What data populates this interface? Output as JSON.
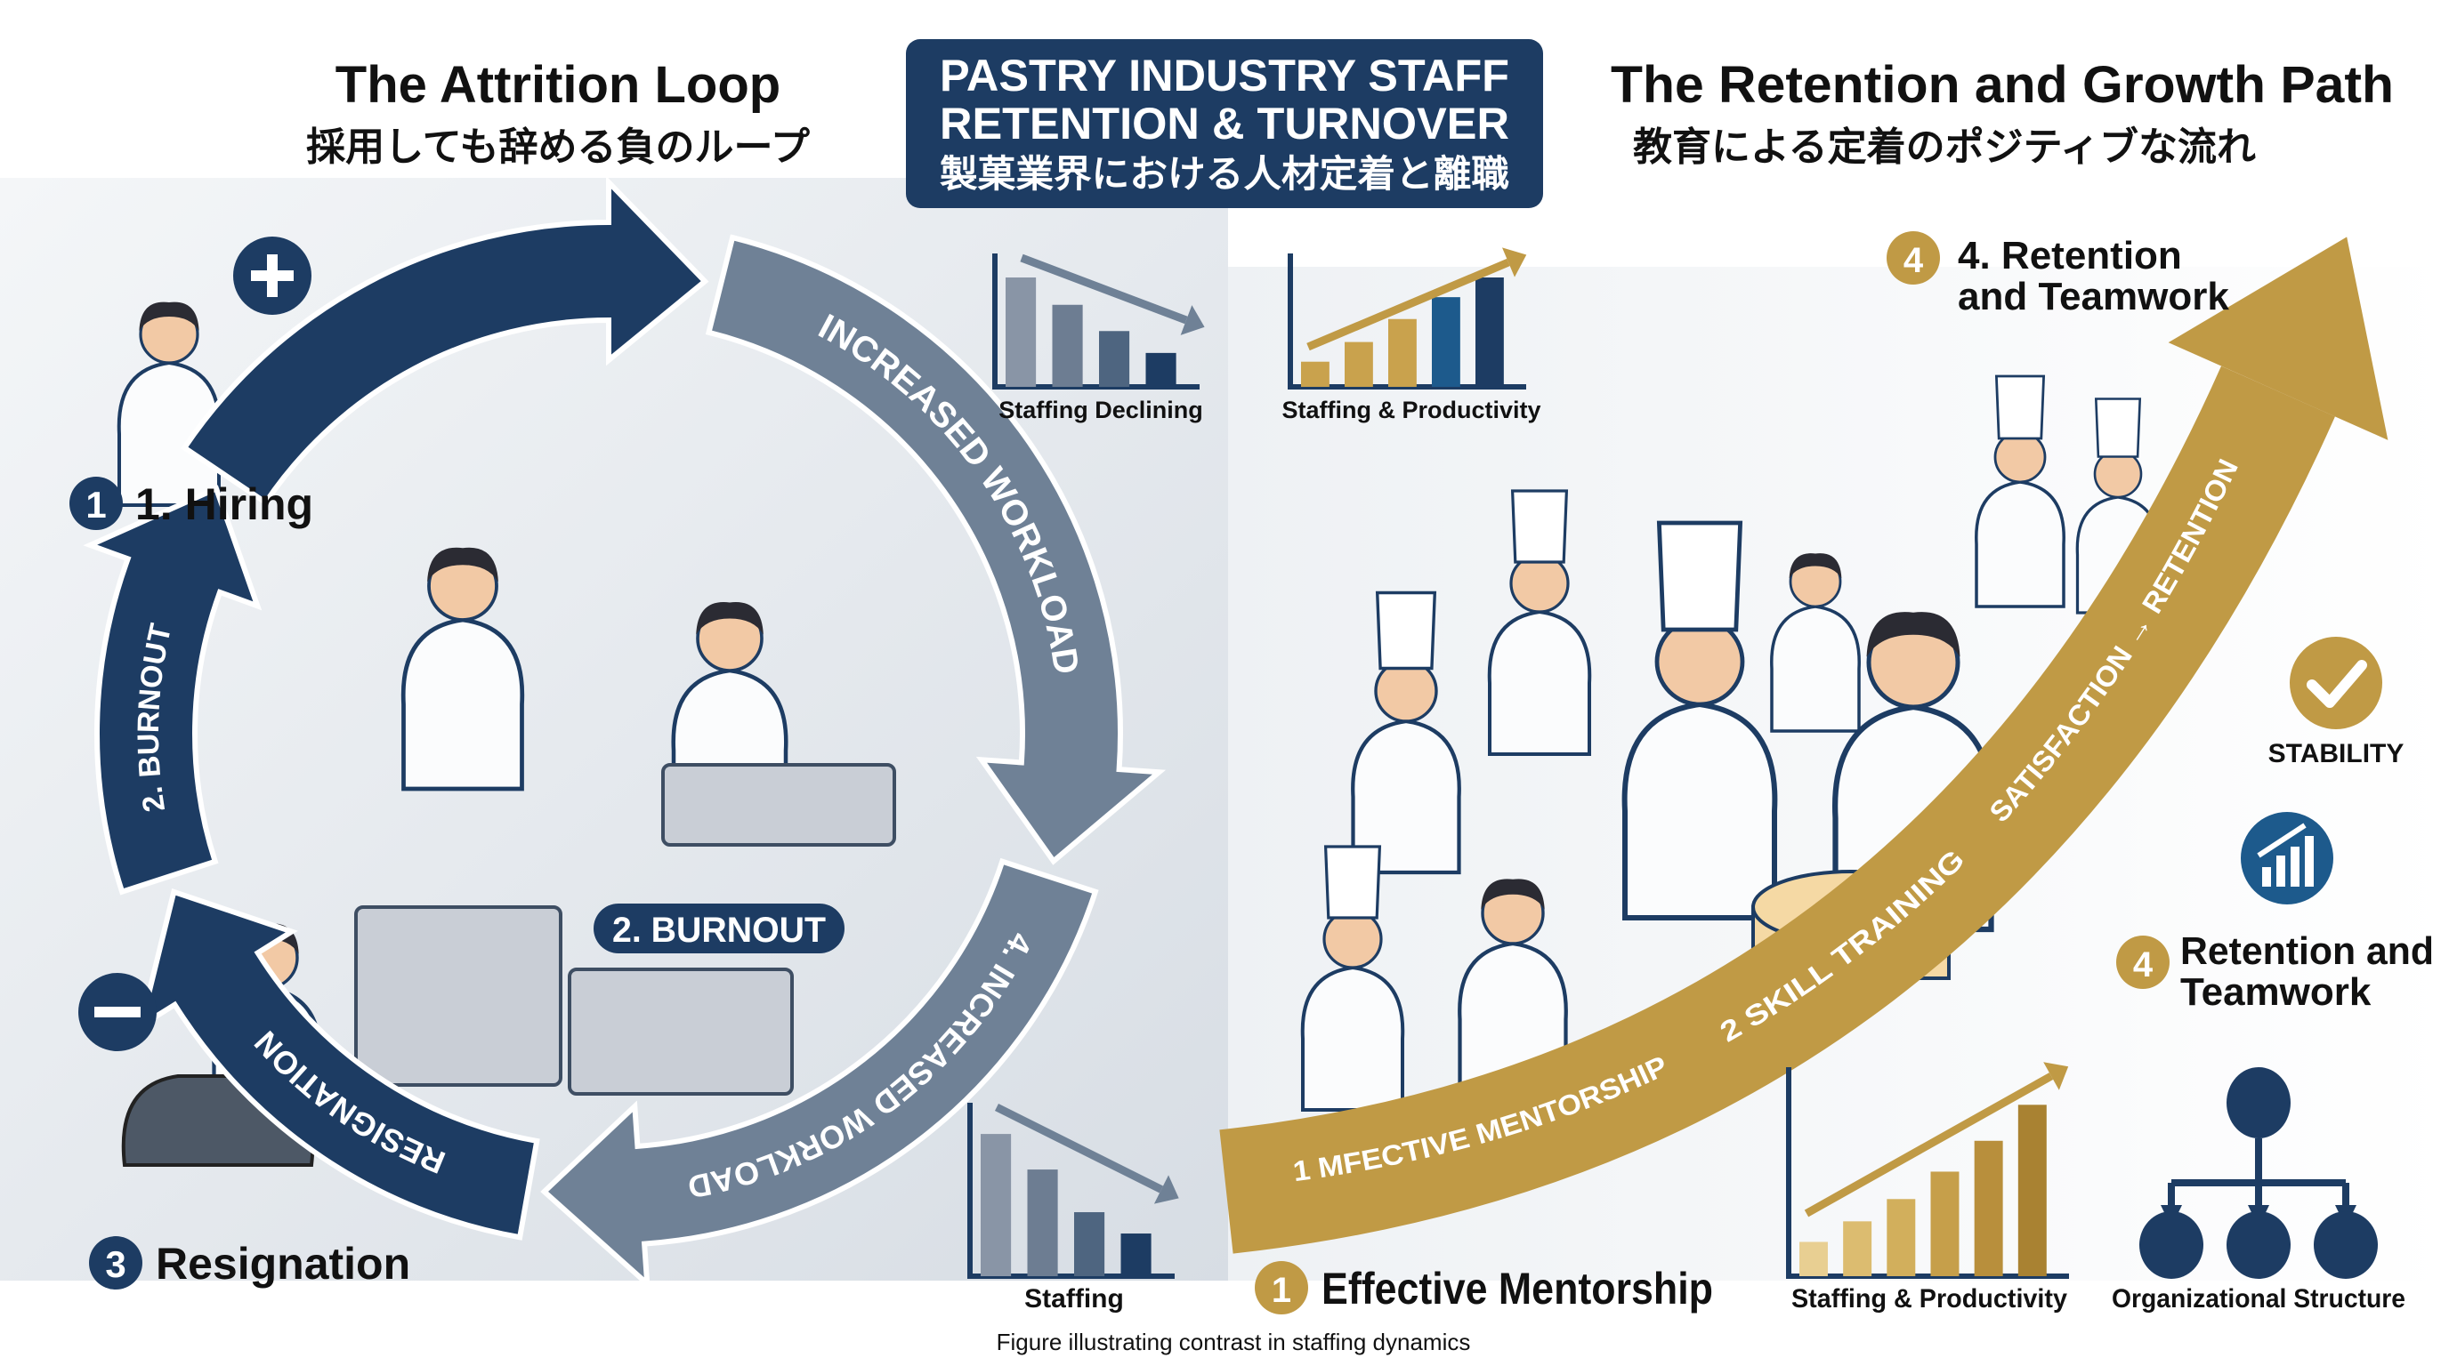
{
  "header": {
    "title_line1": "PASTRY INDUSTRY STAFF",
    "title_line2": "RETENTION & TURNOVER",
    "title_jp": "製菓業界における人材定着と離職"
  },
  "left": {
    "title": "The Attrition Loop",
    "subtitle_jp": "採用しても辞める負のループ",
    "hiring_num": "1",
    "hiring_label": "1. Hiring",
    "burnout_pill": "2. BURNOUT",
    "resignation_num": "3",
    "resignation_label": "Resignation",
    "arrow_right": "INCREASED WORKLOAD",
    "arrow_bottom_right": "4. INCREASED WORKLOAD",
    "arrow_bottom": "RESIGNATION",
    "arrow_left": "2. BURNOUT"
  },
  "right": {
    "title": "The Retention and Growth Path",
    "subtitle_jp": "教育による定着のポジティブな流れ",
    "top_num": "4",
    "top_label_line1": "4. Retention",
    "top_label_line2": "and Teamwork",
    "path_step1_num": "1",
    "path_step1": "MFECTIVE MENTORSHIP",
    "path_step2_num": "2",
    "path_step2": "SKILL TRAINING",
    "path_step3": "SATISFACTION → RETENTION",
    "stability_label": "STABILITY",
    "side_num": "4",
    "side_label_line1": "Retention and",
    "side_label_line2": "Teamwork",
    "mentorship_num": "1",
    "mentorship_label": "Effective Mentorship",
    "org_label": "Organizational Structure"
  },
  "chart_data": [
    {
      "type": "bar",
      "title": "Staffing Declining",
      "values": [
        100,
        75,
        51,
        31
      ],
      "trend": "down"
    },
    {
      "type": "bar",
      "title": "Staffing & Productivity",
      "values": [
        23,
        41,
        62,
        82,
        100
      ],
      "trend": "up"
    },
    {
      "type": "bar",
      "title": "Staffing",
      "values": [
        100,
        75,
        45,
        30
      ],
      "trend": "down"
    },
    {
      "type": "bar",
      "title": "Staffing & Productivity",
      "values": [
        20,
        32,
        45,
        61,
        79,
        100
      ],
      "trend": "up"
    }
  ],
  "caption": "Figure illustrating contrast in staffing dynamics",
  "colors": {
    "navy": "#1d3c63",
    "slate": "#6f8196",
    "gold": "#c09a45",
    "text": "#111111"
  }
}
